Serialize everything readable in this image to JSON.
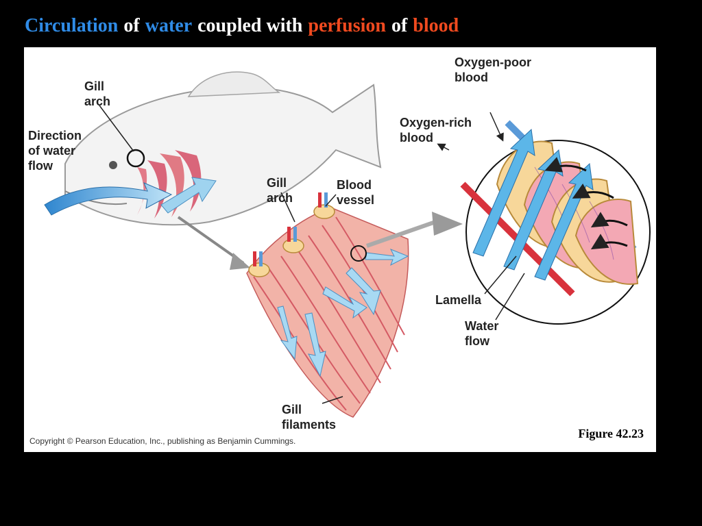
{
  "title": {
    "words": [
      {
        "text": "Circulation",
        "color": "#2f8be6"
      },
      {
        "text": "of",
        "color": "#ffffff"
      },
      {
        "text": "water",
        "color": "#2f8be6"
      },
      {
        "text": "coupled with",
        "color": "#ffffff"
      },
      {
        "text": "perfusion",
        "color": "#f04a1f"
      },
      {
        "text": "of",
        "color": "#ffffff"
      },
      {
        "text": "blood",
        "color": "#f04a1f"
      }
    ]
  },
  "figure": {
    "labels": {
      "gill_arch_fish": "Gill\narch",
      "water_flow_direction": "Direction\nof water\nflow",
      "gill_arch_detail": "Gill\narch",
      "blood_vessel": "Blood\nvessel",
      "gill_filaments": "Gill\nfilaments",
      "oxygen_poor": "Oxygen-poor\nblood",
      "oxygen_rich": "Oxygen-rich\nblood",
      "lamella": "Lamella",
      "water_flow": "Water\nflow"
    },
    "caption": "Figure 42.23",
    "copyright": "Copyright © Pearson Education, Inc., publishing as Benjamin Cummings."
  },
  "colors": {
    "title_blue": "#2f8be6",
    "title_red": "#f04a1f",
    "gill_pink": "#e07a84",
    "water_arrow": "#5cb6e8",
    "oxygen_rich_vessel": "#d8323c",
    "oxygen_poor_vessel": "#5a9ad8"
  }
}
